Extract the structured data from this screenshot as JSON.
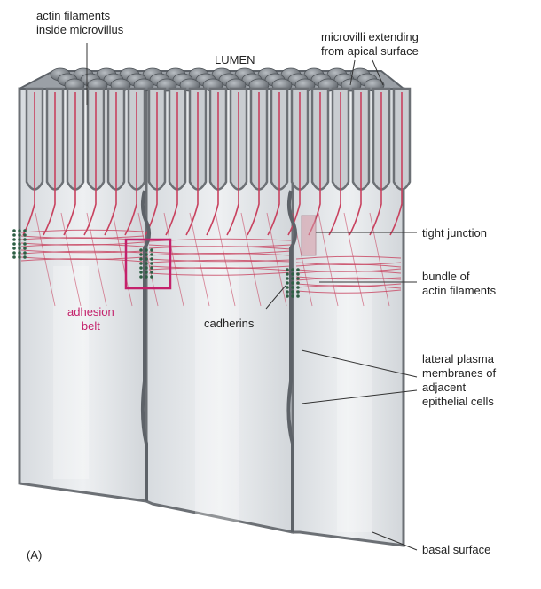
{
  "labels": {
    "actin_inside_microvillus": [
      "actin filaments",
      "inside microvillus"
    ],
    "lumen": "LUMEN",
    "microvilli_extending": [
      "microvilli extending",
      "from apical surface"
    ],
    "tight_junction": "tight junction",
    "bundle_actin": [
      "bundle of",
      "actin filaments"
    ],
    "adhesion_belt": [
      "adhesion",
      "belt"
    ],
    "cadherins": "cadherins",
    "lateral_membranes": [
      "lateral plasma",
      "membranes of",
      "adjacent",
      "epithelial cells"
    ],
    "basal_surface": "basal surface",
    "panel": "(A)"
  },
  "colors": {
    "actin": "#c8425f",
    "membrane": "#6c7075",
    "cell_fill": "#e4e7ea",
    "apical": "#8a8f95",
    "adhesion_box": "#c4216b",
    "cadherin": "#2e5f44"
  }
}
